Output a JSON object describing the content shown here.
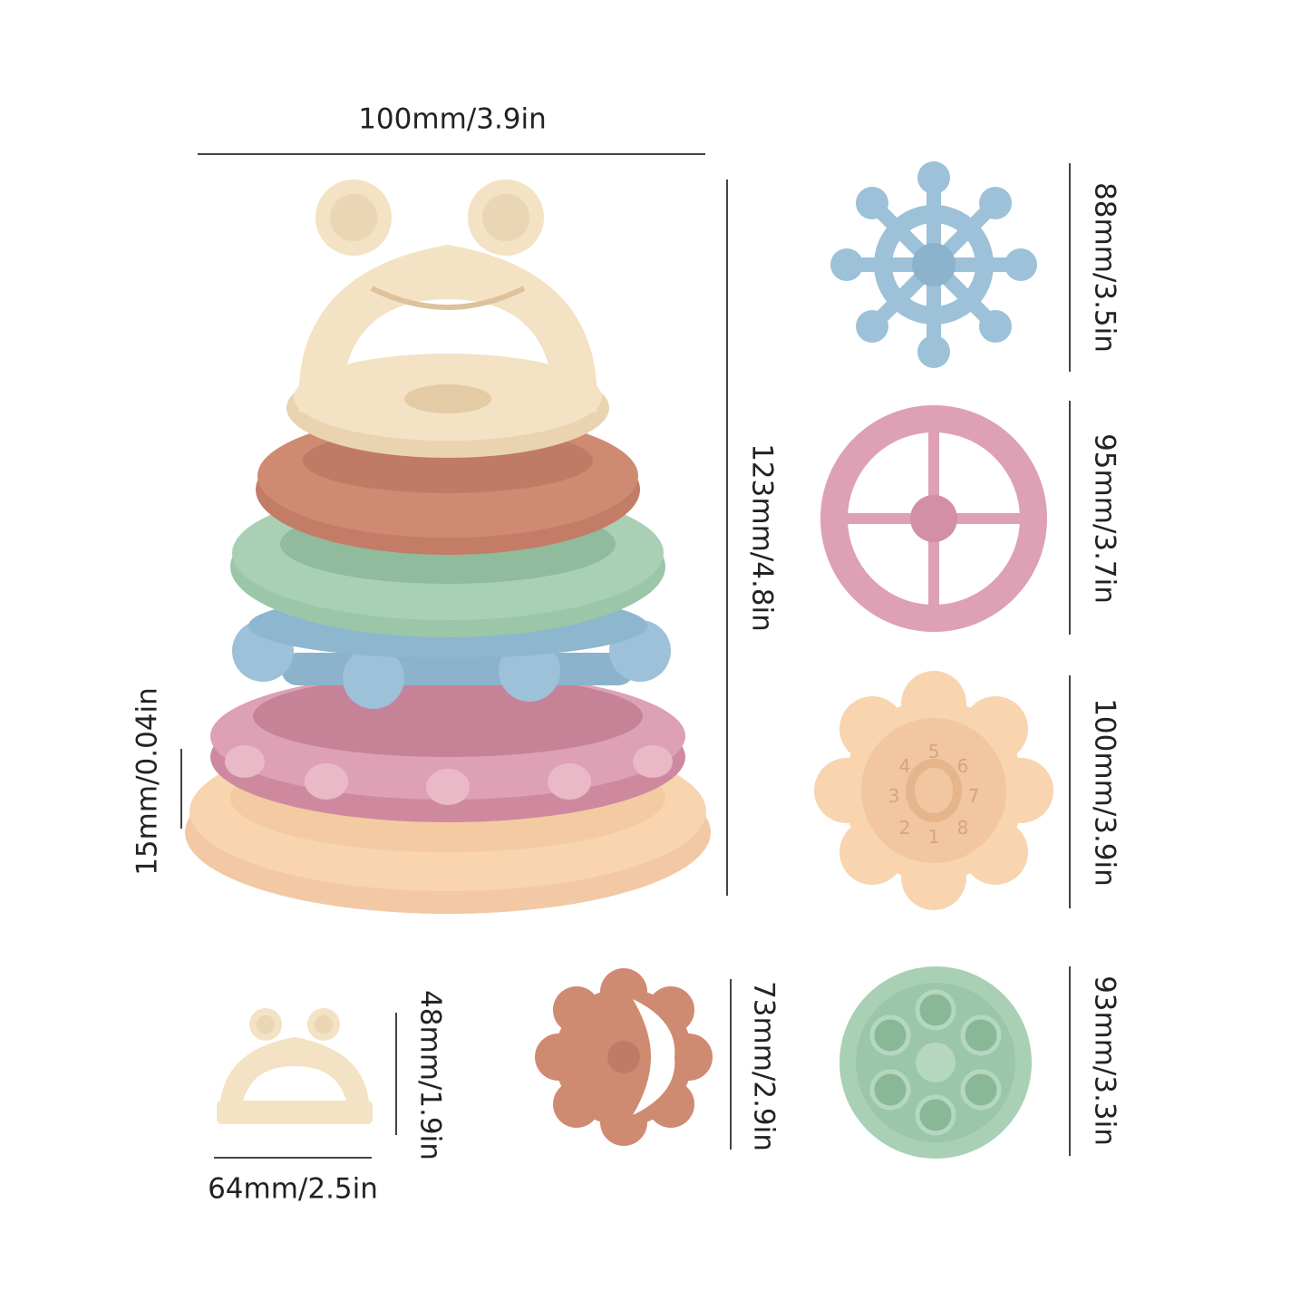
{
  "dimensions": {
    "stack_width": "100mm/3.9in",
    "stack_height": "123mm/4.8in",
    "ring_thickness": "15mm/0.04in",
    "wheel_blue": "88mm/3.5in",
    "wheel_pink": "95mm/3.7in",
    "flower_peach": "100mm/3.9in",
    "popit_green": "93mm/3.3in",
    "frog_height": "48mm/1.9in",
    "frog_width": "64mm/2.5in",
    "flower_terracotta": "73mm/2.9in"
  },
  "flower_numbers": [
    "1",
    "2",
    "3",
    "4",
    "5",
    "6",
    "7",
    "8"
  ],
  "colors": {
    "cream": "#f3e2c3",
    "terracotta": "#cf8a72",
    "sage": "#a9d0b4",
    "blue": "#9cc1d8",
    "pink": "#dda0b4",
    "peach": "#f8d4af",
    "line": "#444444"
  }
}
